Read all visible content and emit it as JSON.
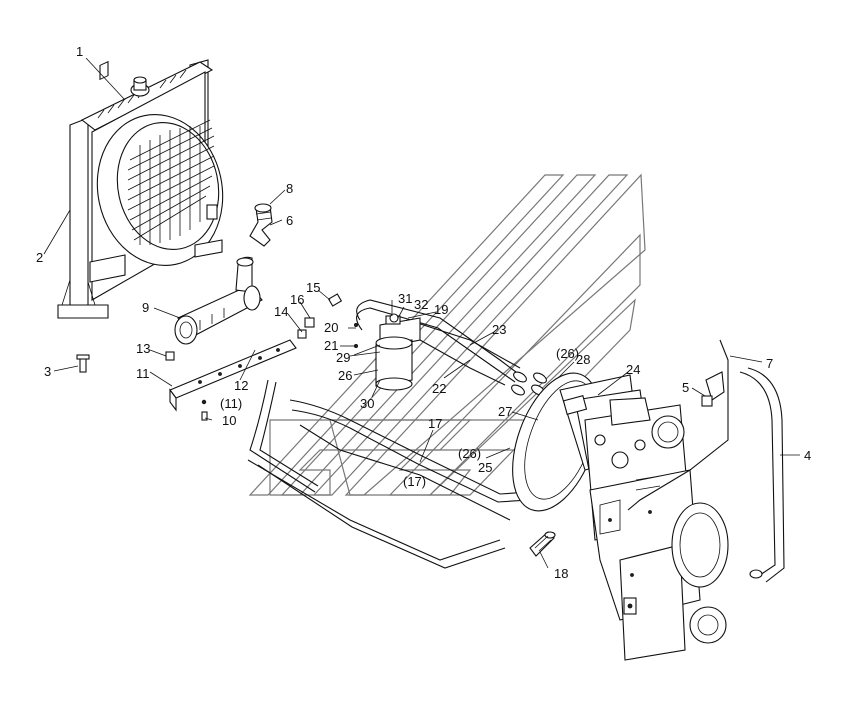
{
  "diagram": {
    "callouts": [
      {
        "id": "c1",
        "text": "1"
      },
      {
        "id": "c2",
        "text": "2"
      },
      {
        "id": "c3",
        "text": "3"
      },
      {
        "id": "c4",
        "text": "4"
      },
      {
        "id": "c5",
        "text": "5"
      },
      {
        "id": "c6",
        "text": "6"
      },
      {
        "id": "c7",
        "text": "7"
      },
      {
        "id": "c8",
        "text": "8"
      },
      {
        "id": "c9",
        "text": "9"
      },
      {
        "id": "c10",
        "text": "10"
      },
      {
        "id": "c11a",
        "text": "11"
      },
      {
        "id": "c11b",
        "text": "(11)"
      },
      {
        "id": "c12",
        "text": "12"
      },
      {
        "id": "c13",
        "text": "13"
      },
      {
        "id": "c14",
        "text": "14"
      },
      {
        "id": "c15",
        "text": "15"
      },
      {
        "id": "c16",
        "text": "16"
      },
      {
        "id": "c17a",
        "text": "17"
      },
      {
        "id": "c17b",
        "text": "(17)"
      },
      {
        "id": "c18",
        "text": "18"
      },
      {
        "id": "c19",
        "text": "19"
      },
      {
        "id": "c20",
        "text": "20"
      },
      {
        "id": "c21",
        "text": "21"
      },
      {
        "id": "c22",
        "text": "22"
      },
      {
        "id": "c23",
        "text": "23"
      },
      {
        "id": "c24",
        "text": "24"
      },
      {
        "id": "c25",
        "text": "25"
      },
      {
        "id": "c26a",
        "text": "26"
      },
      {
        "id": "c26b",
        "text": "(26)"
      },
      {
        "id": "c26c",
        "text": "(26)"
      },
      {
        "id": "c27",
        "text": "27"
      },
      {
        "id": "c28",
        "text": "28"
      },
      {
        "id": "c29",
        "text": "29"
      },
      {
        "id": "c30",
        "text": "30"
      },
      {
        "id": "c31",
        "text": "31"
      },
      {
        "id": "c32",
        "text": "32"
      }
    ]
  }
}
